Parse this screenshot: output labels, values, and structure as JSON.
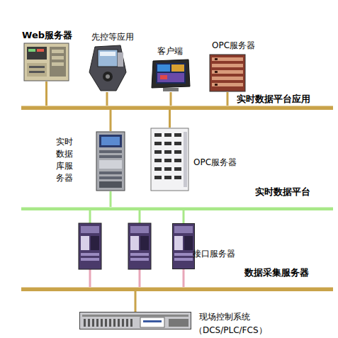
{
  "diagram": {
    "nodes": [
      {
        "text": [
          "Web服务器"
        ]
      },
      {
        "text": [
          "先控等应用"
        ]
      },
      {
        "text": [
          "客户端"
        ]
      },
      {
        "text": [
          "OPC服务器"
        ]
      },
      {
        "text": [
          "实时数据平台应用"
        ]
      },
      {
        "text": [
          "实时数据库服务器"
        ]
      },
      {
        "text": [
          "OPC服务器"
        ]
      },
      {
        "text": [
          "实时数据平台"
        ]
      },
      {
        "text": [
          "接口服务器"
        ]
      },
      {
        "text": [
          "数据采集服务器"
        ]
      },
      {
        "text": [
          "现场控制系统",
          "（DCS/PLC/FCS）"
        ]
      }
    ],
    "edges": [
      {
        "from": 0,
        "to": 4,
        "arrow": "none"
      },
      {
        "from": 1,
        "to": 4,
        "arrow": "none"
      },
      {
        "from": 2,
        "to": 4,
        "arrow": "none"
      },
      {
        "from": 3,
        "to": 4,
        "arrow": "none"
      },
      {
        "from": 5,
        "to": 4,
        "arrow": "none"
      },
      {
        "from": 6,
        "to": 4,
        "arrow": "none"
      },
      {
        "from": 5,
        "to": 7,
        "arrow": "none"
      },
      {
        "from": 8,
        "to": 7,
        "arrow": "none"
      },
      {
        "from": 8,
        "to": 9,
        "arrow": "none"
      },
      {
        "from": 10,
        "to": 9,
        "arrow": "none"
      }
    ]
  }
}
